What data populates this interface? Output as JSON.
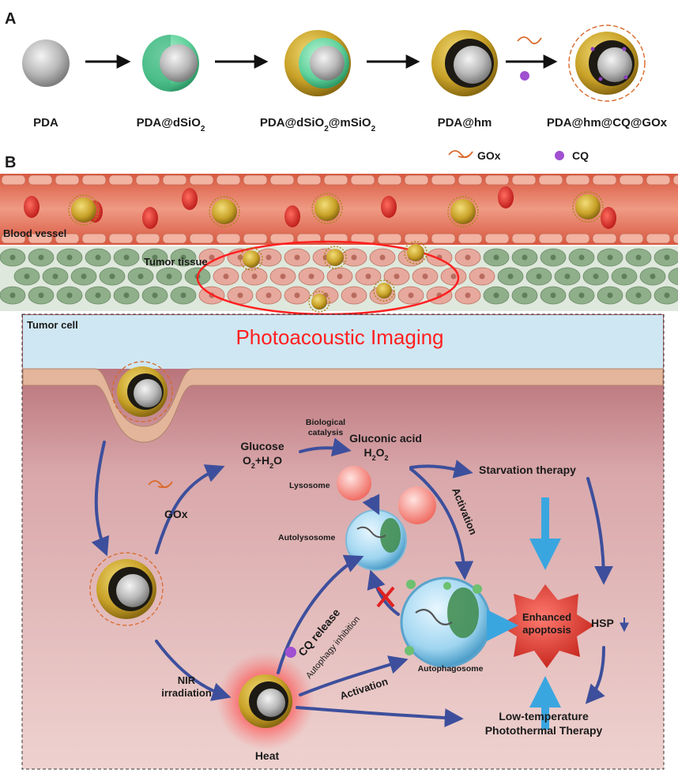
{
  "panel_a": {
    "letter": "A",
    "stages": [
      {
        "name": "PDA",
        "sub": "",
        "tail": ""
      },
      {
        "name": "PDA@dSiO",
        "sub": "2",
        "tail": ""
      },
      {
        "name": "PDA@dSiO",
        "sub": "2",
        "tail": "@mSiO",
        "sub2": "2"
      },
      {
        "name": "PDA@hm",
        "sub": "",
        "tail": ""
      },
      {
        "name": "PDA@hm@CQ@GOx",
        "sub": "",
        "tail": ""
      }
    ]
  },
  "panel_b": {
    "letter": "B",
    "legend": {
      "gox": "GOx",
      "cq": "CQ"
    },
    "blood_vessel": "Blood vessel",
    "tumor_tissue": "Tumor tissue",
    "tumor_cell": "Tumor cell",
    "imaging": "Photoacoustic Imaging",
    "glucose": "Glucose",
    "o2h2o": {
      "a": "O",
      "s1": "2",
      "b": "+H",
      "s2": "2",
      "c": "O"
    },
    "bio_catalysis_1": "Biological",
    "bio_catalysis_2": "catalysis",
    "gluconic": "Gluconic acid",
    "h2o2": {
      "a": "H",
      "s1": "2",
      "b": "O",
      "s2": "2"
    },
    "gox_label": "GOx",
    "lysosome": "Lysosome",
    "autolysosome": "Autolysosome",
    "activation_top": "Activation",
    "starvation": "Starvation therapy",
    "enhanced_1": "Enhanced",
    "enhanced_2": "apoptosis",
    "hsp": "HSP",
    "cq_release": "CQ release",
    "autophagy_inhibition": "Autophagy inhibition",
    "autophagosome": "Autophagosome",
    "nir_1": "NIR",
    "nir_2": "irradiation",
    "activation_bottom": "Activation",
    "heat": "Heat",
    "lowtemp_1": "Low-temperature",
    "lowtemp_2": "Photothermal Therapy"
  },
  "colors": {
    "vessel": "#e0735f",
    "cell_green": "#8fae8a",
    "cell_pink": "#e7a99d",
    "membrane": "#e3b59a",
    "cytoplasm": "#a9646a",
    "imaging_red": "#ff2020",
    "arrow_blue": "#3d4f9c",
    "gold": "#c9a228",
    "silica_green": "#5fd19a"
  }
}
